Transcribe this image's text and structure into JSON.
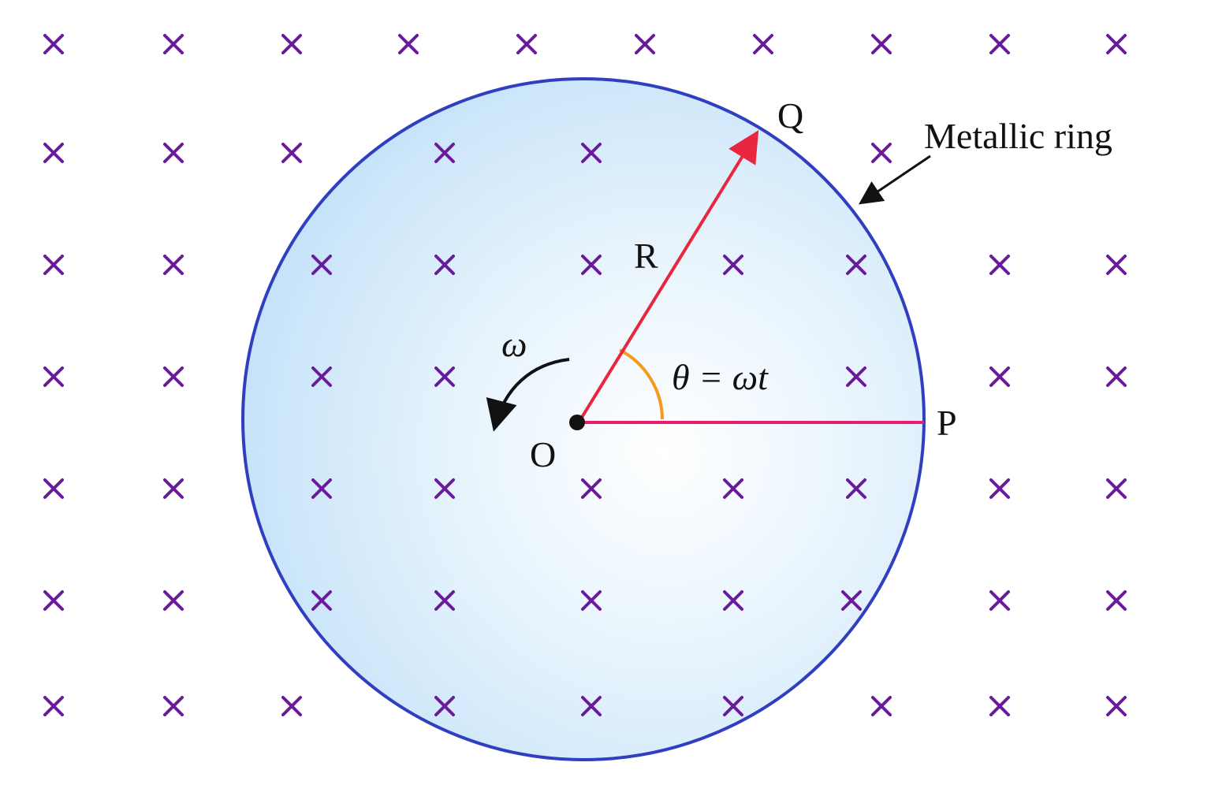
{
  "labels": {
    "point_q": "Q",
    "point_p": "P",
    "point_o": "O",
    "radius": "R",
    "omega": "ω",
    "angle_formula": "θ = ωt",
    "ring_callout": "Metallic ring"
  },
  "icons": {
    "field_marker": "cross-mark-icon",
    "rotation_arrow": "curved-arrow-icon",
    "callout_arrow": "arrow-icon"
  },
  "colors": {
    "field_cross": "#6a1b9a",
    "ring_stroke": "#2f3fbf",
    "disc_fill_inner": "#ffffff",
    "disc_fill_outer": "#b9dcf8",
    "radius_oq": "#e8263f",
    "radius_op": "#e61e6e",
    "angle_arc": "#f59a1a",
    "ink": "#111111"
  }
}
